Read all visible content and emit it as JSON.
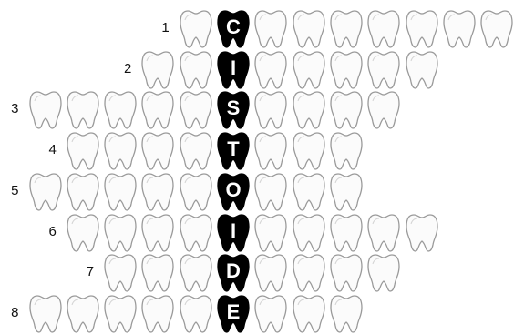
{
  "puzzle": {
    "hidden_word": "CISTOIDE",
    "colors": {
      "tooth_fill": "#fbfbfb",
      "tooth_outline": "#9a9a9a",
      "key_tooth_fill": "#000000",
      "key_letter": "#ffffff"
    },
    "rows": [
      {
        "number": "1",
        "cells_before": 1,
        "letter": "C",
        "cells_after": 7
      },
      {
        "number": "2",
        "cells_before": 2,
        "letter": "I",
        "cells_after": 5
      },
      {
        "number": "3",
        "cells_before": 5,
        "letter": "S",
        "cells_after": 4
      },
      {
        "number": "4",
        "cells_before": 4,
        "letter": "T",
        "cells_after": 3
      },
      {
        "number": "5",
        "cells_before": 5,
        "letter": "O",
        "cells_after": 3
      },
      {
        "number": "6",
        "cells_before": 4,
        "letter": "I",
        "cells_after": 5
      },
      {
        "number": "7",
        "cells_before": 3,
        "letter": "D",
        "cells_after": 4
      },
      {
        "number": "8",
        "cells_before": 5,
        "letter": "E",
        "cells_after": 3
      }
    ]
  }
}
